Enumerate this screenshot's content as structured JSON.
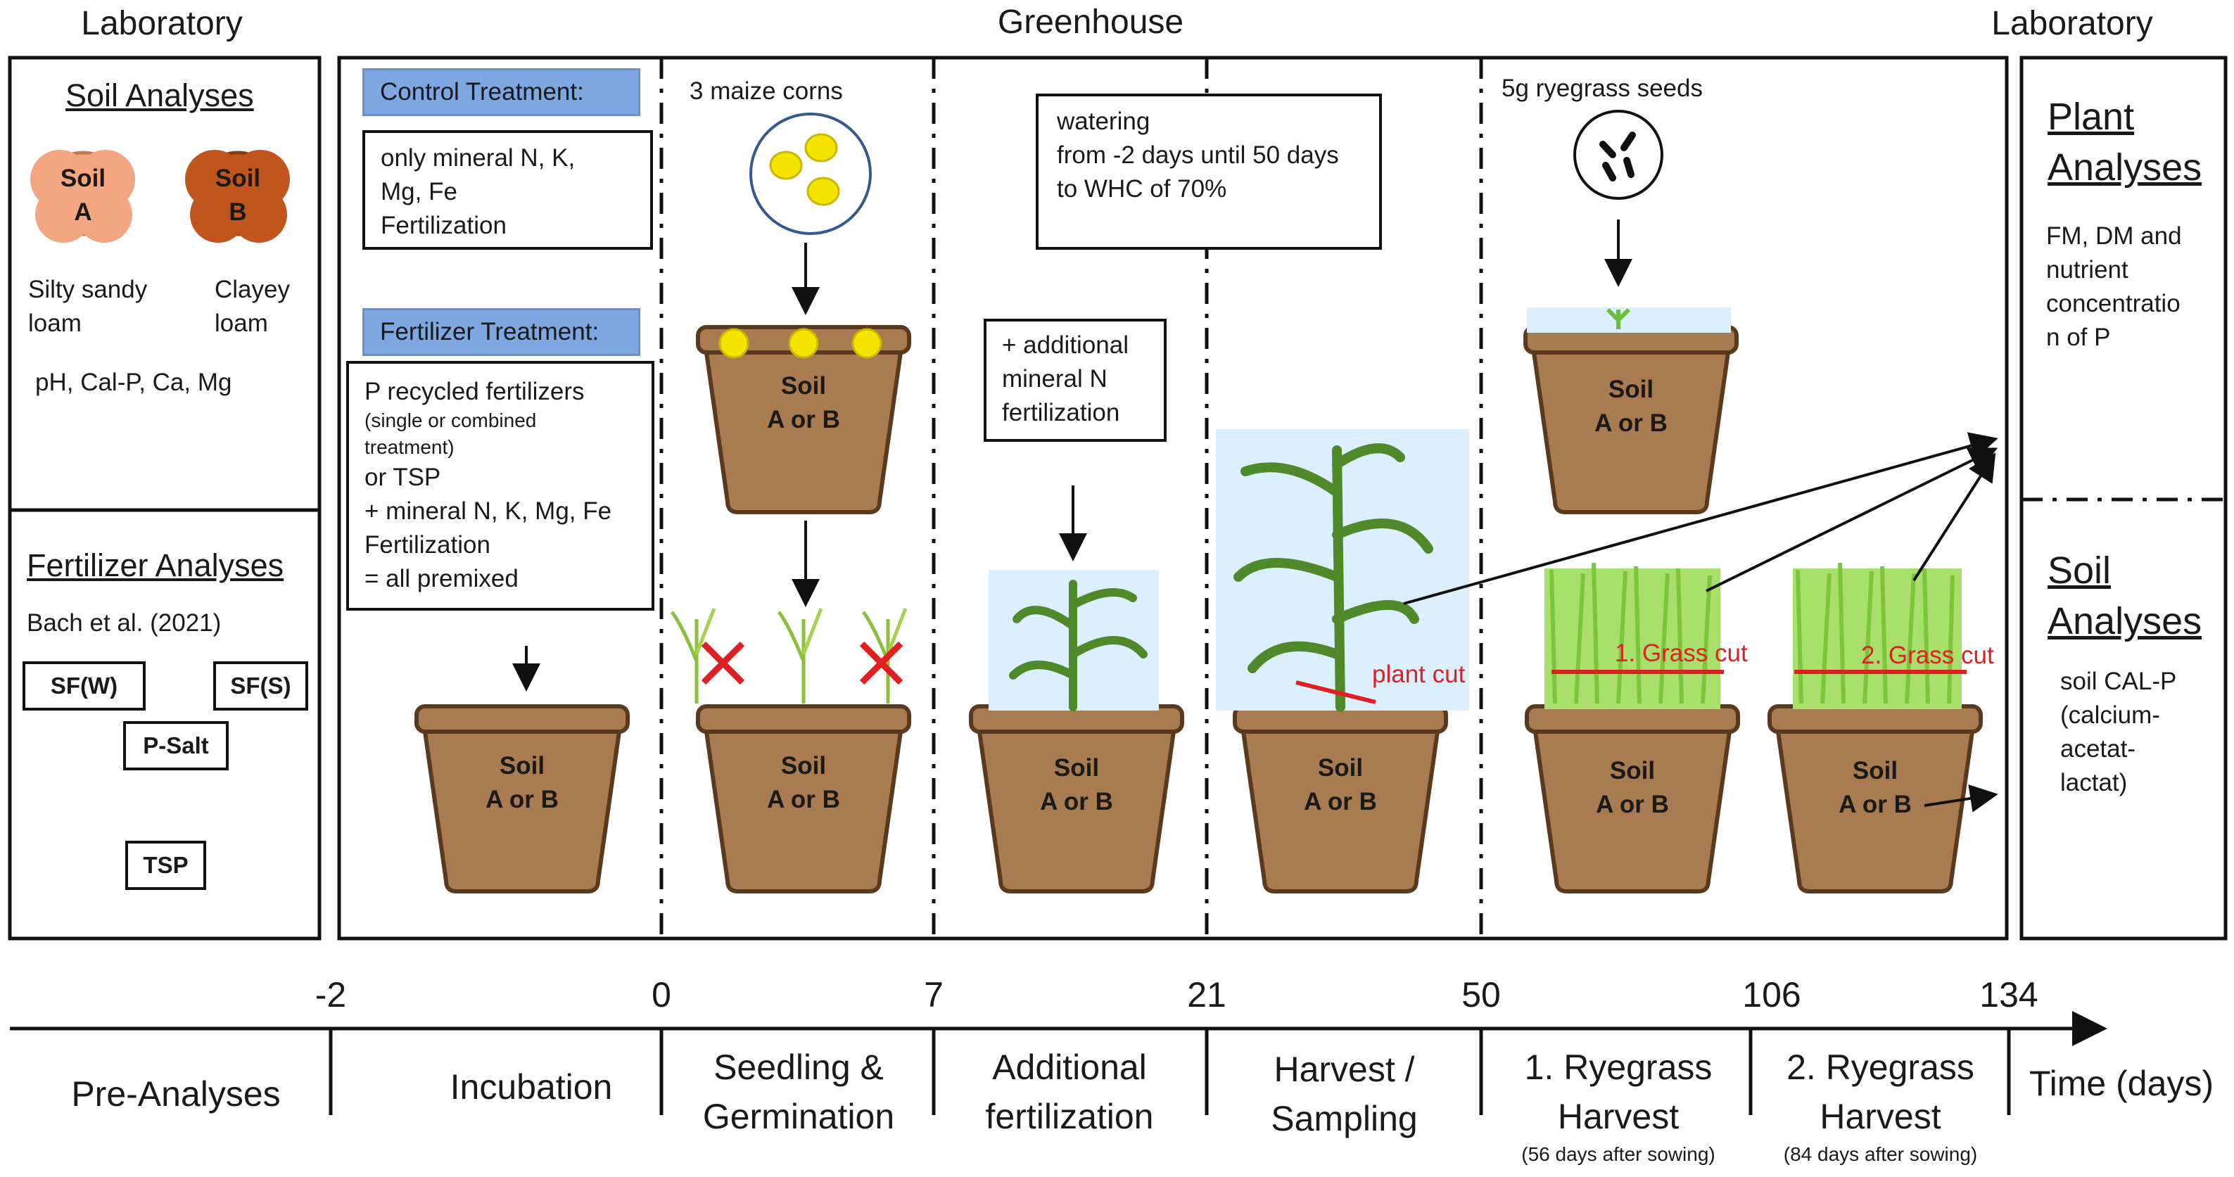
{
  "headers": {
    "lab_left": "Laboratory",
    "greenhouse": "Greenhouse",
    "lab_right": "Laboratory"
  },
  "left_panel": {
    "soil_title": "Soil Analyses",
    "soil_a": "Soil\nA",
    "soil_b": "Soil\nB",
    "soil_a_type": "Silty sandy\nloam",
    "soil_b_type": "Clayey\nloam",
    "soil_params": "pH, Cal-P, Ca, Mg",
    "fert_title": "Fertilizer Analyses",
    "fert_ref": "Bach et al. (2021)",
    "fertilizers": [
      "SF(W)",
      "SF(S)",
      "P-Salt",
      "TSP"
    ]
  },
  "treatments": {
    "control_header": "Control Treatment:",
    "control_text": "only mineral N, K,\nMg, Fe\nFertilization",
    "fert_header": "Fertilizer Treatment:",
    "fert_text_1": "P recycled fertilizers",
    "fert_text_2": "(single or combined\ntreatment)",
    "fert_text_3": "or TSP\n+ mineral N, K, Mg, Fe\nFertilization\n= all premixed"
  },
  "stages": {
    "maize": "3 maize corns",
    "watering": "watering\nfrom -2 days until 50 days\nto WHC of 70%",
    "additional_n": "+ additional\nmineral N\nfertilization",
    "ryegrass": "5g ryegrass seeds",
    "plant_cut": "plant cut",
    "grass_cut_1": "1. Grass cut",
    "grass_cut_2": "2. Grass cut",
    "pot_soil_ab": "Soil\nA or B"
  },
  "right_panel": {
    "plant_title": "Plant\nAnalyses",
    "plant_text": "FM, DM and\nnutrient\nconcentratio\nn of P",
    "soil_title": "Soil\nAnalyses",
    "soil_text": "soil CAL-P\n(calcium-\nacetat-\nlactat)"
  },
  "timeline": {
    "ticks": [
      "-2",
      "0",
      "7",
      "21",
      "50",
      "106",
      "134"
    ],
    "phases": [
      "Pre-Analyses",
      "Incubation",
      "Seedling &\nGermination",
      "Additional\nfertilization",
      "Harvest /\nSampling",
      "1. Ryegrass\nHarvest",
      "2. Ryegrass\nHarvest",
      "Time (days)"
    ],
    "notes": [
      "(56 days after sowing)",
      "(84 days after sowing)"
    ]
  },
  "colors": {
    "soil_a": "#f4a582",
    "soil_b": "#c0561d",
    "pot": "#a87b51",
    "pot_border": "#5a3a1e",
    "blue_header": "#7ea6e0",
    "cut_line": "#e02020",
    "maize_corn": "#f5e400"
  }
}
